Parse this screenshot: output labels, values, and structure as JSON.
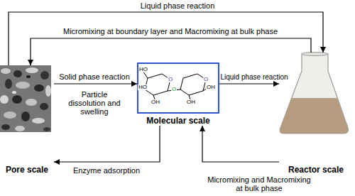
{
  "diagram": {
    "nodes": [
      {
        "text": [
          "Pore scale"
        ]
      },
      {
        "text": [
          "Molecular scale"
        ]
      },
      {
        "text": [
          "Reactor scale"
        ]
      }
    ],
    "edges": [
      {
        "from": 0,
        "to": 2,
        "label": "Liquid phase reaction",
        "arrow": "to"
      },
      {
        "from": 2,
        "to": 0,
        "label": "Micromixing at boundary layer and Macromixing at bulk phase",
        "arrow": "to"
      },
      {
        "from": 0,
        "to": 1,
        "label": "Solid phase reaction",
        "arrow": "to"
      },
      {
        "from": 1,
        "to": 2,
        "label": "Liquid phase reaction",
        "arrow": "to"
      },
      {
        "from": 1,
        "to": 0,
        "label": "Enzyme adsorption",
        "arrow": "to"
      },
      {
        "from": 2,
        "to": 1,
        "label": "Micromixing and Macromixing at bulk phase",
        "arrow": "to"
      }
    ],
    "labels": [
      "Particle dissolution and swelling",
      "HO",
      "HO",
      "OH",
      "O",
      "O",
      "O",
      "OH",
      "OH"
    ]
  }
}
